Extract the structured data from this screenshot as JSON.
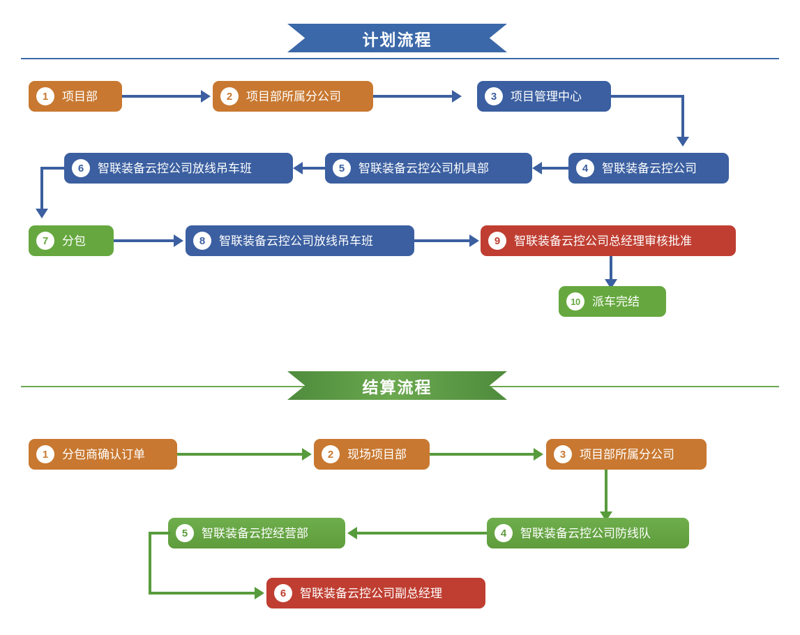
{
  "sections": [
    {
      "id": "plan",
      "title": "计划流程",
      "accent": "#3B68A8",
      "divider_color": "#3B68A8",
      "nodes": [
        {
          "num": "1",
          "label": "项目部",
          "color": "orange"
        },
        {
          "num": "2",
          "label": "项目部所属分公司",
          "color": "orange"
        },
        {
          "num": "3",
          "label": "项目管理中心",
          "color": "blue"
        },
        {
          "num": "4",
          "label": "智联装备云控公司",
          "color": "blue"
        },
        {
          "num": "5",
          "label": "智联装备云控公司机具部",
          "color": "blue"
        },
        {
          "num": "6",
          "label": "智联装备云控公司放线吊车班",
          "color": "blue"
        },
        {
          "num": "7",
          "label": "分包",
          "color": "green"
        },
        {
          "num": "8",
          "label": "智联装备云控公司放线吊车班",
          "color": "blue"
        },
        {
          "num": "9",
          "label": "智联装备云控公司总经理审核批准",
          "color": "red"
        },
        {
          "num": "10",
          "label": "派车完结",
          "color": "green"
        }
      ]
    },
    {
      "id": "settle",
      "title": "结算流程",
      "accent": "#5E9C3C",
      "divider_color": "#6BA84F",
      "nodes": [
        {
          "num": "1",
          "label": "分包商确认订单",
          "color": "orange"
        },
        {
          "num": "2",
          "label": "现场项目部",
          "color": "orange"
        },
        {
          "num": "3",
          "label": "项目部所属分公司",
          "color": "orange"
        },
        {
          "num": "4",
          "label": "智联装备云控公司防线队",
          "color": "green2"
        },
        {
          "num": "5",
          "label": "智联装备云控经营部",
          "color": "green2"
        },
        {
          "num": "6",
          "label": "智联装备云控公司副总经理",
          "color": "red"
        }
      ]
    }
  ],
  "flow_data": {
    "type": "diagram",
    "plan_edges": [
      "1 → 2",
      "2 → 3",
      "3 → 4",
      "4 → 5",
      "5 → 6",
      "6 → 7",
      "7 → 8",
      "8 → 9",
      "9 → 10"
    ],
    "settle_edges": [
      "1 → 2",
      "2 → 3",
      "3 → 4",
      "4 → 5",
      "5 → 6"
    ]
  }
}
